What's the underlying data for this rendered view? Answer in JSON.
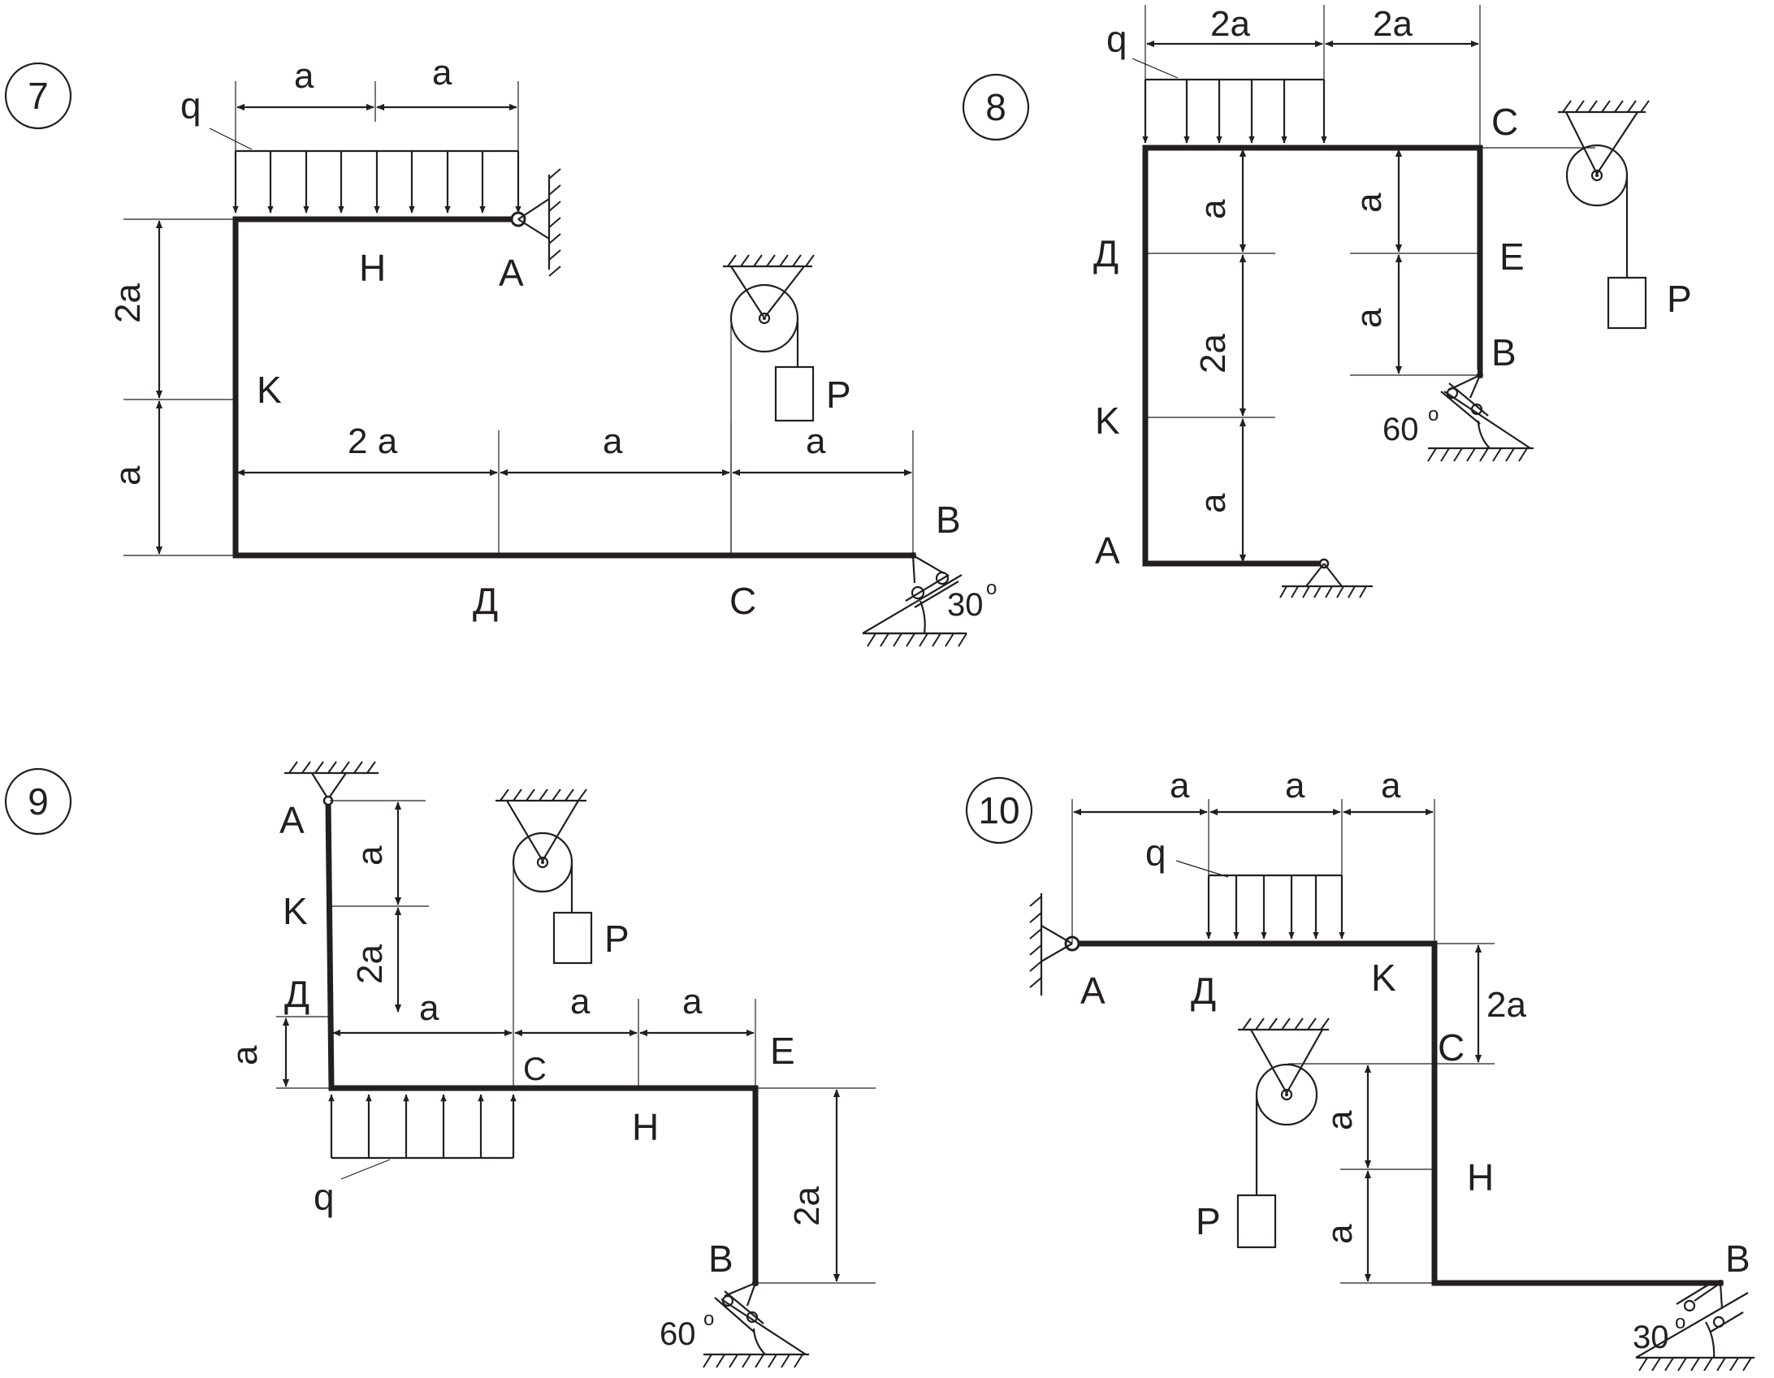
{
  "panels": [
    {
      "number": "7",
      "points": {
        "A": "A",
        "B": "B",
        "C": "C",
        "D": "Д",
        "H": "H",
        "K": "K"
      },
      "load": "q",
      "weight": "P",
      "dims": {
        "top_left": "a",
        "top_right": "a",
        "left_upper": "2a",
        "left_lower": "a",
        "bottom_1": "2 a",
        "bottom_2": "a",
        "bottom_3": "a"
      },
      "angle": "30",
      "degree": "o"
    },
    {
      "number": "8",
      "points": {
        "A": "A",
        "B": "B",
        "C": "C",
        "D": "Д",
        "E": "E",
        "K": "K"
      },
      "load": "q",
      "weight": "P",
      "dims": {
        "top_left": "2a",
        "top_right": "2a",
        "left_1": "a",
        "left_2": "2a",
        "left_3": "a",
        "right_1": "a",
        "right_2": "a"
      },
      "angle": "60",
      "degree": "o"
    },
    {
      "number": "9",
      "points": {
        "A": "A",
        "B": "B",
        "C": "C",
        "D": "Д",
        "E": "E",
        "H": "H",
        "K": "K"
      },
      "load": "q",
      "weight": "P",
      "dims": {
        "left_1": "a",
        "left_2": "2a",
        "left_3": "a",
        "horiz_1": "a",
        "horiz_2": "a",
        "horiz_3": "a",
        "right_v": "2a"
      },
      "angle": "60",
      "degree": "o"
    },
    {
      "number": "10",
      "points": {
        "A": "A",
        "B": "B",
        "C": "C",
        "D": "Д",
        "H": "H",
        "K": "K"
      },
      "load": "q",
      "weight": "P",
      "dims": {
        "top_1": "a",
        "top_2": "a",
        "top_3": "a",
        "right_1": "2a",
        "right_2": "a",
        "right_3": "a"
      },
      "angle": "30",
      "degree": "o"
    }
  ]
}
